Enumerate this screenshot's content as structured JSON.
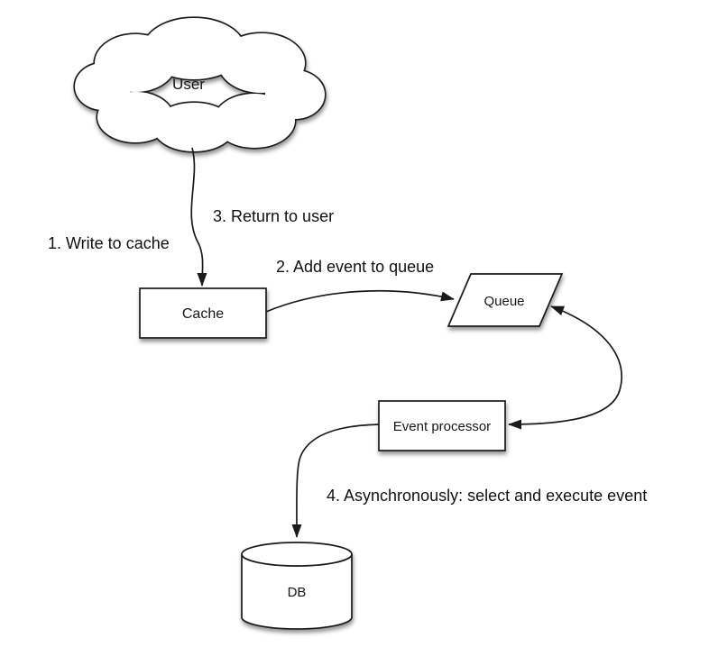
{
  "diagram": {
    "type": "flow-diagram",
    "background_color": "#ffffff",
    "stroke_color": "#1a1a1a",
    "text_color": "#161616",
    "nodes": {
      "user": {
        "label": "User",
        "shape": "cloud"
      },
      "cache": {
        "label": "Cache",
        "shape": "rectangle"
      },
      "queue": {
        "label": "Queue",
        "shape": "parallelogram"
      },
      "event_processor": {
        "label": "Event processor",
        "shape": "rectangle"
      },
      "db": {
        "label": "DB",
        "shape": "cylinder"
      }
    },
    "edges": [
      {
        "from": "user",
        "to": "cache",
        "arrowheads": [
          "end"
        ],
        "labels": [
          "1. Write to cache",
          "3. Return to user"
        ]
      },
      {
        "from": "cache",
        "to": "queue",
        "arrowheads": [
          "end"
        ],
        "labels": [
          "2. Add event to queue"
        ]
      },
      {
        "from": "queue",
        "to": "event_processor",
        "arrowheads": [
          "start",
          "end"
        ],
        "labels": []
      },
      {
        "from": "event_processor",
        "to": "db",
        "arrowheads": [
          "end"
        ],
        "labels": [
          "4. Asynchronously: select and execute event"
        ]
      }
    ]
  }
}
